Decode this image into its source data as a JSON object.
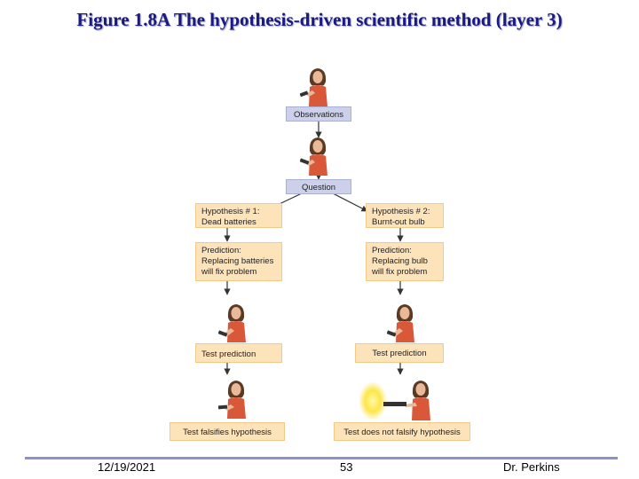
{
  "title": "Figure 1.8A The hypothesis-driven scientific method (layer 3)",
  "boxes": {
    "observations": "Observations",
    "question": "Question",
    "hyp1": "Hypothesis # 1:\nDead batteries",
    "hyp2": "Hypothesis # 2:\nBurnt-out bulb",
    "pred1": "Prediction:\nReplacing batteries\nwill fix problem",
    "pred2": "Prediction:\nReplacing bulb\nwill fix problem",
    "test1": "Test prediction",
    "test2": "Test prediction",
    "result1": "Test falsifies hypothesis",
    "result2": "Test does not falsify hypothesis"
  },
  "footer": {
    "date": "12/19/2021",
    "page": "53",
    "author": "Dr. Perkins"
  },
  "colors": {
    "title": "#1a1a80",
    "blue_box": "#ccd0e8",
    "orange_box": "#fde3b9",
    "footer_line": "#8a92c8"
  }
}
